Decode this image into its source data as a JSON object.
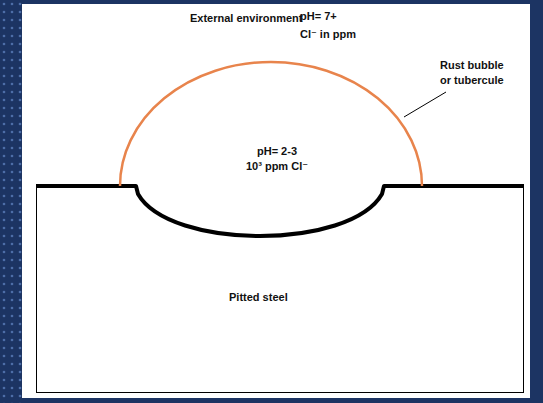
{
  "diagram": {
    "nodes": [
      {
        "text": [
          "pH= 2-3",
          "10³ ppm Cl⁻"
        ]
      },
      {
        "text": [
          "Pitted steel"
        ]
      }
    ],
    "labels": [
      "External environment",
      "pH= 7+",
      "Cl⁻ in ppm",
      "Rust bubble or tubercule"
    ]
  }
}
